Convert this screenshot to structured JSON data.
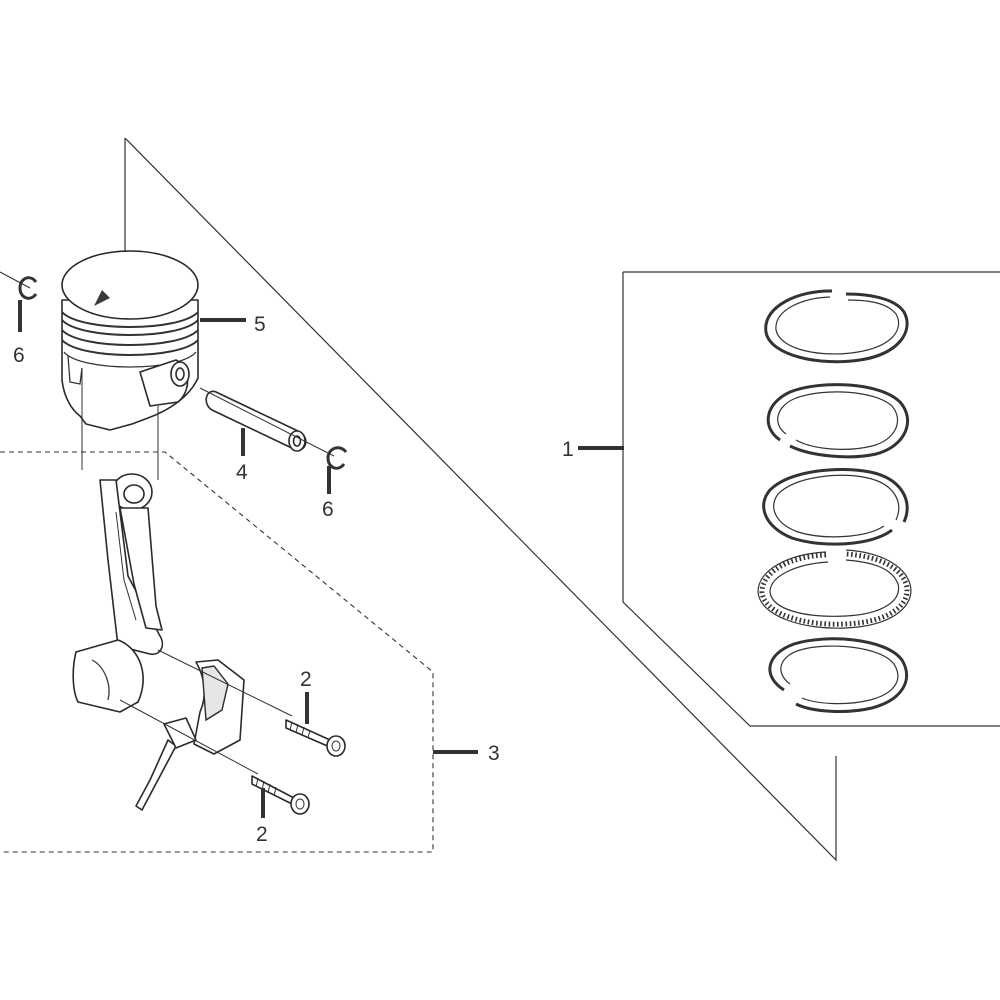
{
  "diagram": {
    "callouts": {
      "ring_set": "1",
      "bolt_upper": "2",
      "bolt_lower": "2",
      "connecting_rod_assembly": "3",
      "piston_pin": "4",
      "piston": "5",
      "clip_left": "6",
      "clip_right": "6"
    }
  }
}
